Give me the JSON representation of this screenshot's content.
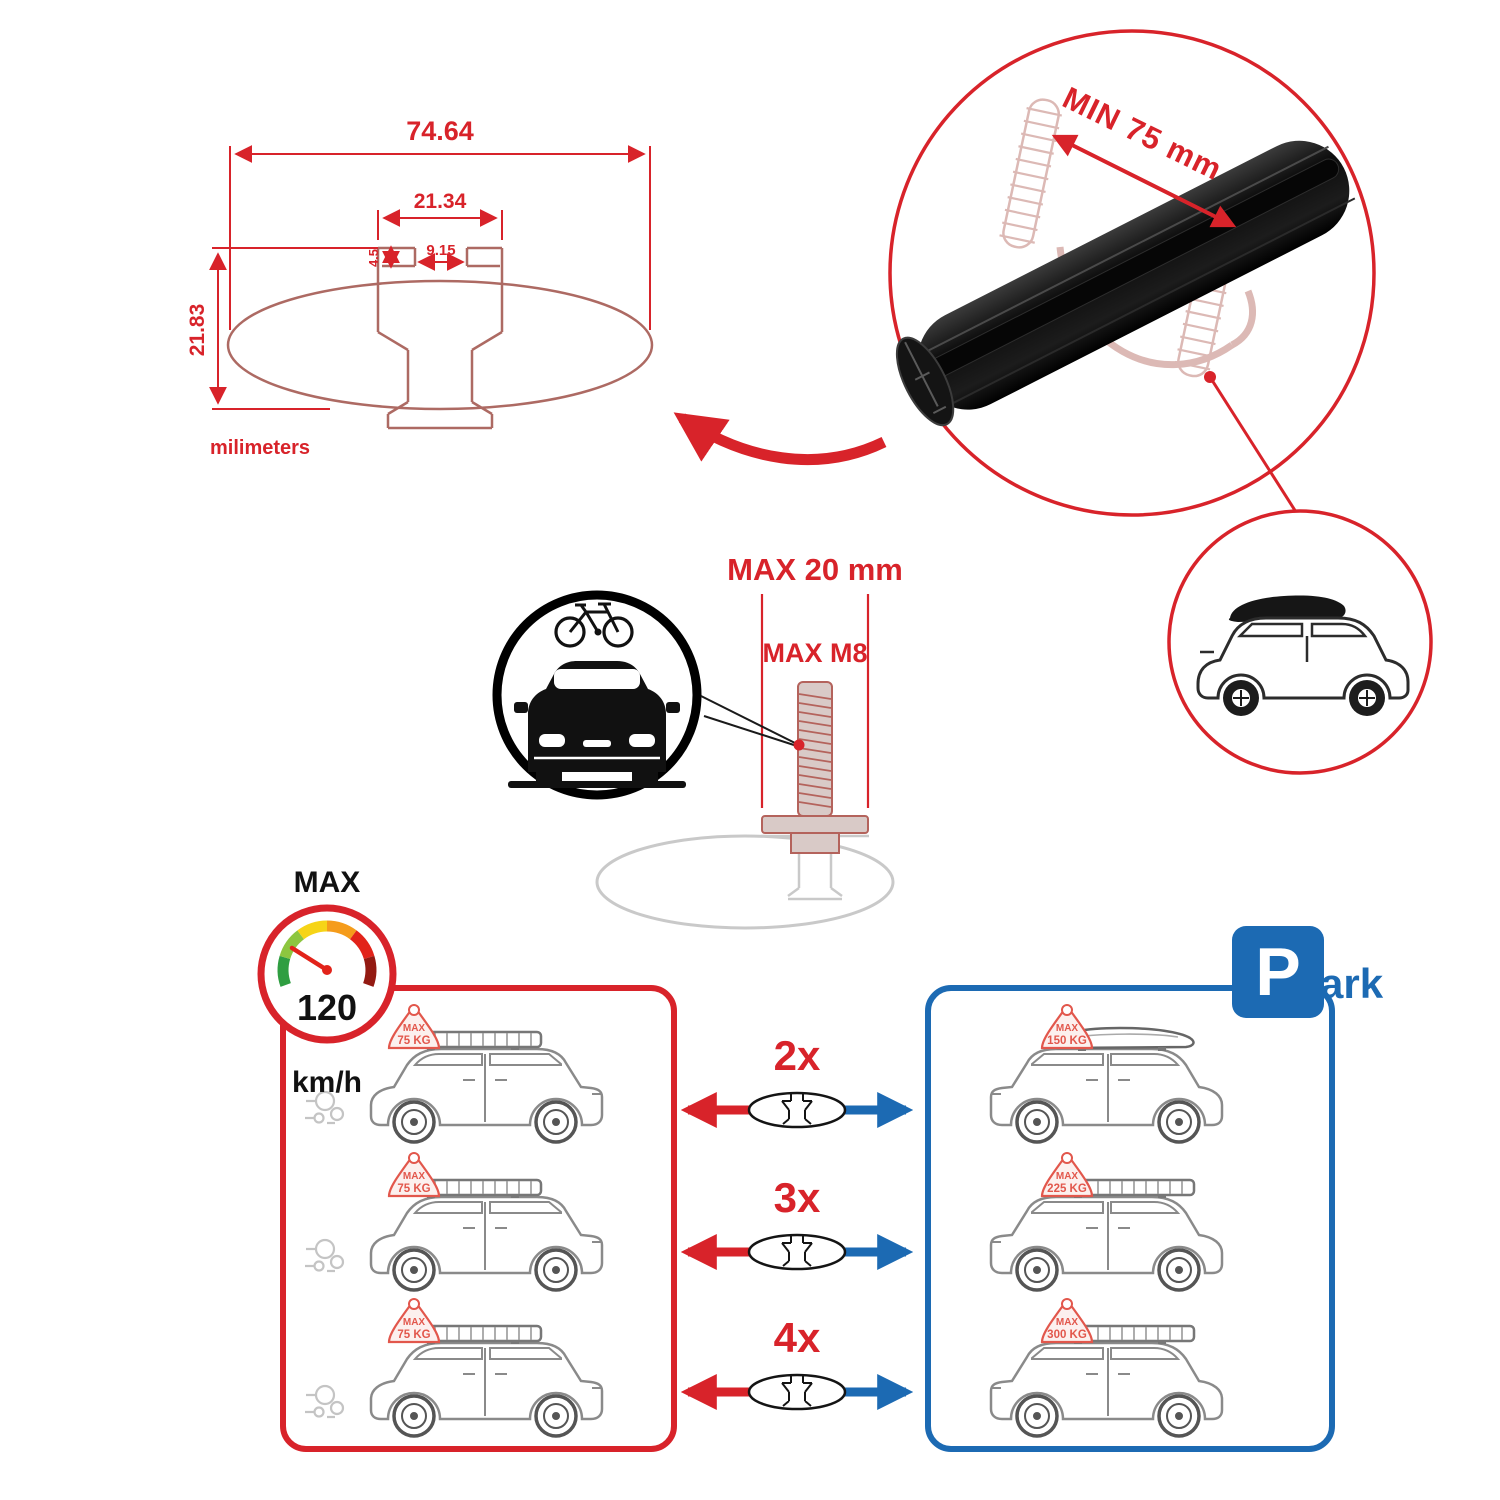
{
  "brand_colors": {
    "red": "#d8232a",
    "blue": "#1c6ab3"
  },
  "cross_section": {
    "total_width": "74.64",
    "channel_width": "21.34",
    "slot_width": "9.15",
    "lip_depth": "4.5",
    "profile_height": "21.83",
    "units_label": "milimeters"
  },
  "crossbar_detail": {
    "min_clamp_span_label": "MIN 75 mm"
  },
  "mounting_bolt": {
    "max_width_label": "MAX 20 mm",
    "max_thread_label": "MAX M8"
  },
  "speed_limit": {
    "title": "MAX",
    "value": "120",
    "unit": "km/h"
  },
  "parking_sign": {
    "letter": "P",
    "suffix": "ark"
  },
  "capacity": {
    "rows": [
      {
        "bars": "2x",
        "driving": {
          "max": "MAX",
          "weight": "75 KG"
        },
        "parked": {
          "max": "MAX",
          "weight": "150 KG"
        }
      },
      {
        "bars": "3x",
        "driving": {
          "max": "MAX",
          "weight": "75 KG"
        },
        "parked": {
          "max": "MAX",
          "weight": "225 KG"
        }
      },
      {
        "bars": "4x",
        "driving": {
          "max": "MAX",
          "weight": "75 KG"
        },
        "parked": {
          "max": "MAX",
          "weight": "300 KG"
        }
      }
    ]
  }
}
